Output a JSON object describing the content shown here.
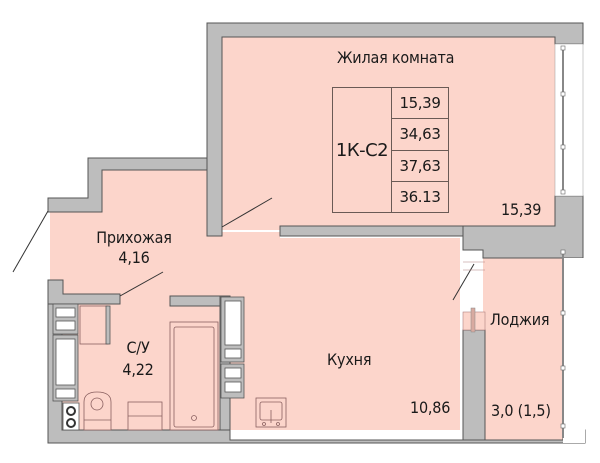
{
  "plan": {
    "apartment_code": "1К-С2",
    "summary_values": [
      "15,39",
      "34,63",
      "37,63",
      "36.13"
    ],
    "colors": {
      "room_fill": "#fcd5cb",
      "wall_fill": "#bdbdbd",
      "wall_stroke": "#555555",
      "window_fill": "#ffffff",
      "text": "#1a1a1a"
    }
  },
  "rooms": [
    {
      "id": "living",
      "name": "Жилая комната",
      "area": "15,39"
    },
    {
      "id": "hall",
      "name": "Прихожая",
      "area": "4,16"
    },
    {
      "id": "bath",
      "name": "С/У",
      "area": "4,22"
    },
    {
      "id": "kitchen",
      "name": "Кухня",
      "area": "10,86"
    },
    {
      "id": "loggia",
      "name": "Лоджия",
      "area": "3,0 (1,5)"
    }
  ]
}
